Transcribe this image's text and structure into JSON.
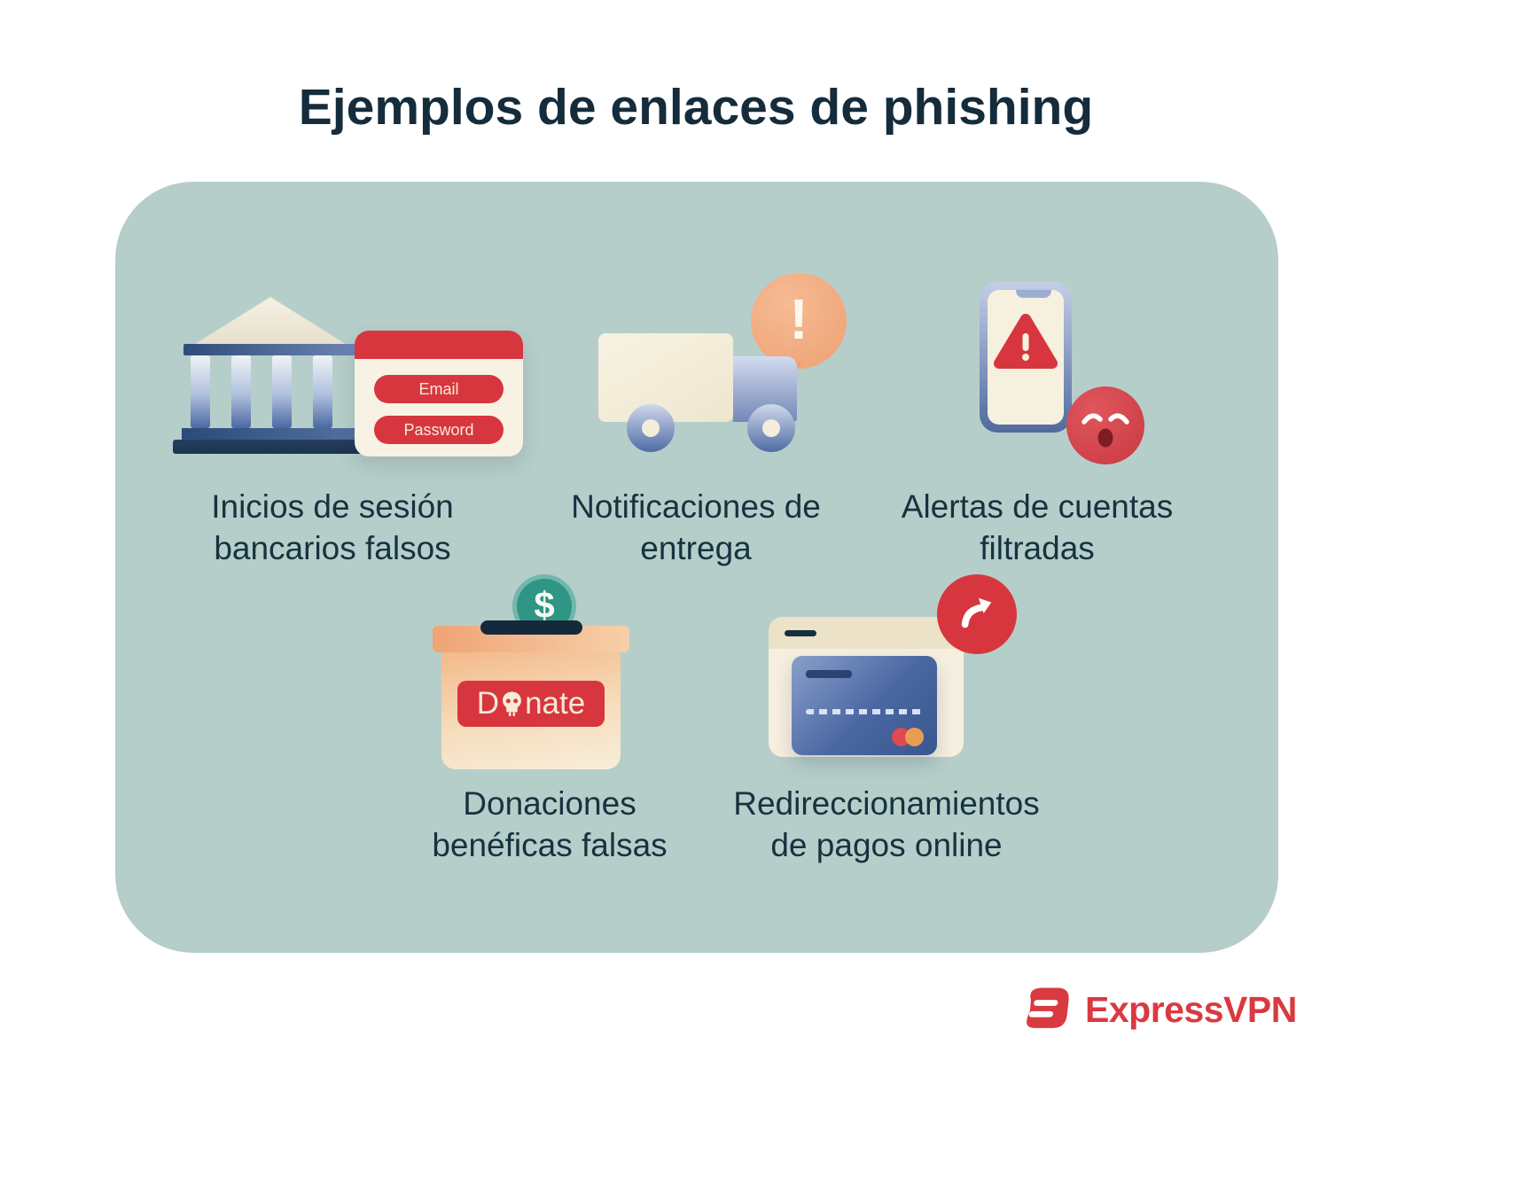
{
  "title": "Ejemplos de enlaces de phishing",
  "items": {
    "bank": {
      "caption_line1": "Inicios de sesión",
      "caption_line2": "bancarios falsos",
      "email_label": "Email",
      "password_label": "Password"
    },
    "delivery": {
      "caption_line1": "Notificaciones de",
      "caption_line2": "entrega",
      "alert_mark": "!"
    },
    "alerts": {
      "caption_line1": "Alertas de cuentas",
      "caption_line2": "filtradas"
    },
    "donation": {
      "caption_line1": "Donaciones",
      "caption_line2": "benéficas falsas",
      "donate_prefix": "D",
      "donate_suffix": "nate",
      "coin_symbol": "$"
    },
    "redirect": {
      "caption_line1": "Redireccionamientos",
      "caption_line2": "de pagos online"
    }
  },
  "brand": {
    "name": "ExpressVPN"
  },
  "colors": {
    "panel_teal": "#b6ceca",
    "navy_text": "#17323f",
    "accent_red": "#d7363f",
    "cream": "#f6f0de",
    "alert_orange": "#efa073",
    "coin_teal": "#2f9585",
    "brand_red": "#da3940"
  }
}
